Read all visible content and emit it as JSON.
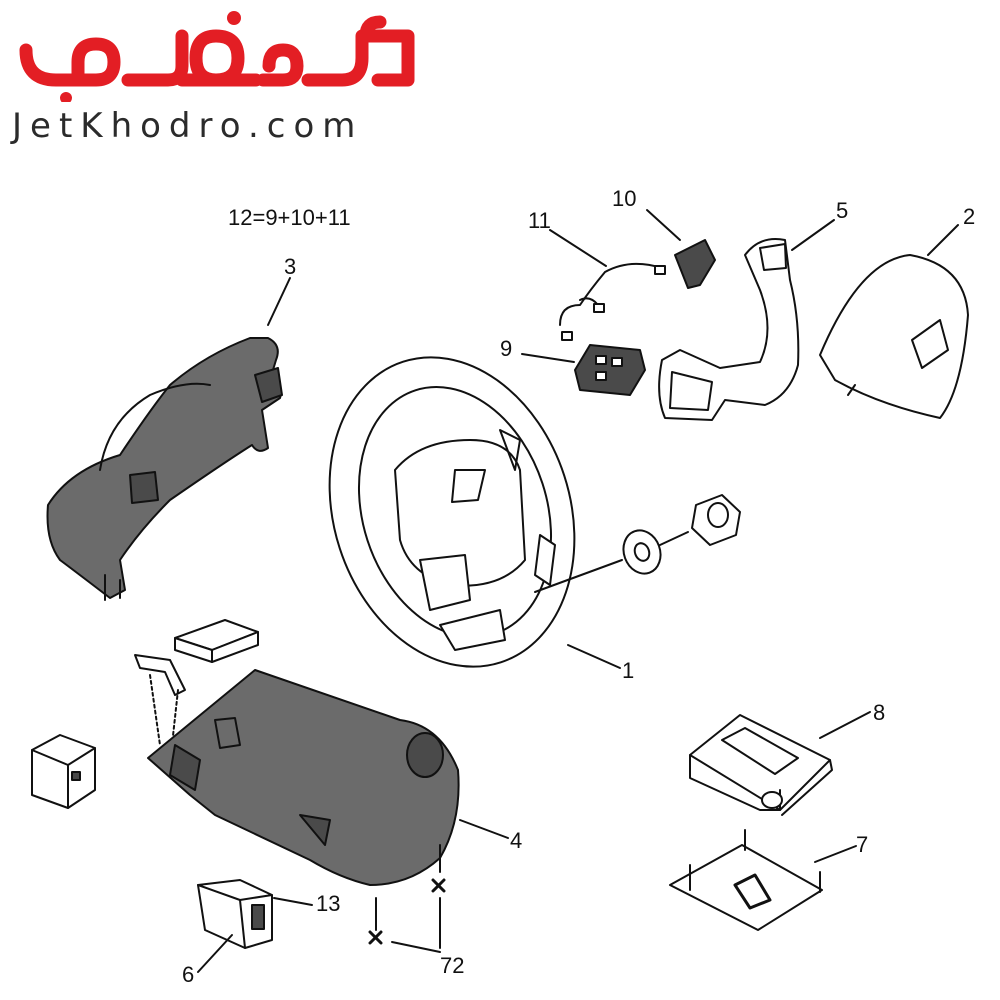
{
  "branding": {
    "logo_text_fa": "جت‌خودرو",
    "site_text": "JetKhodro.com",
    "brand_color": "#e31e24"
  },
  "diagram": {
    "formula": "12=9+10+11",
    "callouts": [
      {
        "id": "c1",
        "label": "1"
      },
      {
        "id": "c2",
        "label": "2"
      },
      {
        "id": "c3",
        "label": "3"
      },
      {
        "id": "c4",
        "label": "4"
      },
      {
        "id": "c5",
        "label": "5"
      },
      {
        "id": "c6",
        "label": "6"
      },
      {
        "id": "c7",
        "label": "7"
      },
      {
        "id": "c8",
        "label": "8"
      },
      {
        "id": "c9",
        "label": "9"
      },
      {
        "id": "c10",
        "label": "10"
      },
      {
        "id": "c11",
        "label": "11"
      },
      {
        "id": "c13",
        "label": "13"
      },
      {
        "id": "c72",
        "label": "72"
      }
    ],
    "colors": {
      "line": "#111111",
      "shell_fill": "#6b6b6b",
      "shell_dark": "#4a4a4a",
      "part_fill": "#ffffff"
    }
  }
}
